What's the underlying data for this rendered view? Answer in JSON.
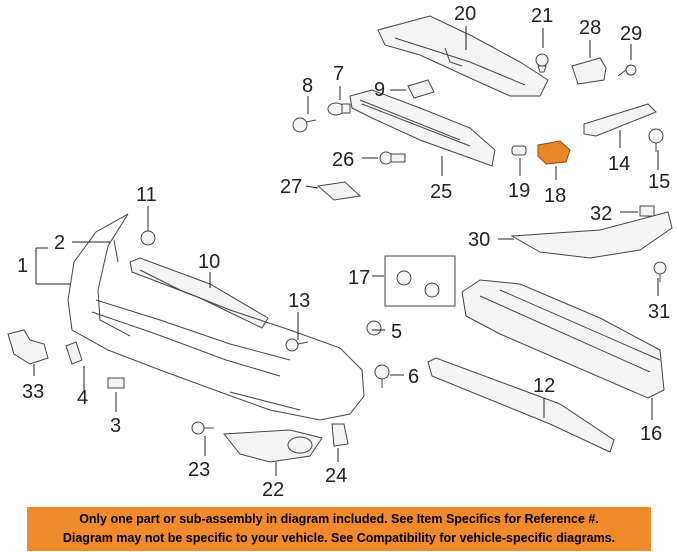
{
  "callouts": {
    "c1": "1",
    "c2": "2",
    "c3": "3",
    "c4": "4",
    "c5": "5",
    "c6": "6",
    "c7": "7",
    "c8": "8",
    "c9": "9",
    "c10": "10",
    "c11": "11",
    "c12": "12",
    "c13": "13",
    "c14": "14",
    "c15": "15",
    "c16": "16",
    "c17": "17",
    "c18": "18",
    "c19": "19",
    "c20": "20",
    "c21": "21",
    "c22": "22",
    "c23": "23",
    "c24": "24",
    "c25": "25",
    "c26": "26",
    "c27": "27",
    "c28": "28",
    "c29": "29",
    "c30": "30",
    "c31": "31",
    "c32": "32",
    "c33": "33"
  },
  "footer": {
    "line1": "Only one part or sub-assembly in diagram included. See Item Specifics for Reference #.",
    "line2": "Diagram may not be specific to your vehicle. See Compatibility for vehicle-specific diagrams."
  },
  "colors": {
    "footer_bg": "#f08a2c",
    "highlight_part": "#e8862a"
  }
}
